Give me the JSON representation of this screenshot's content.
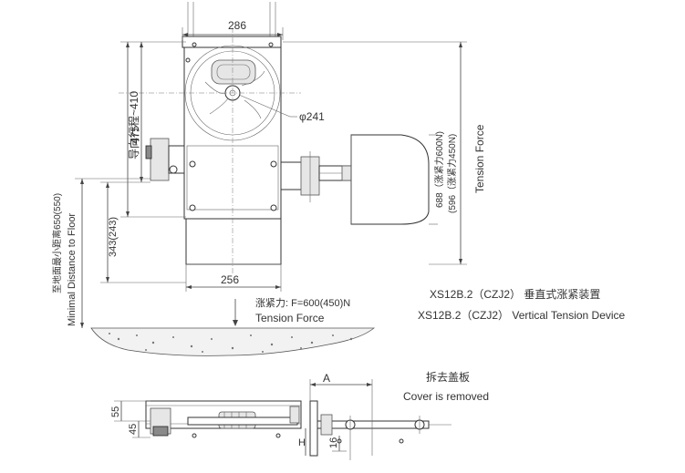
{
  "dimensions": {
    "top_width": "286",
    "bottom_width": "256",
    "left_height": "475",
    "travel": "导向行程~410",
    "diameter": "φ241",
    "lower_height": "343(243)",
    "right_1": "688（涨紧力600N)",
    "right_2": "(596（涨紧力450N)",
    "plan_55": "55",
    "plan_45": "45",
    "plan_H": "H",
    "plan_16": "16",
    "plan_A": "A"
  },
  "labels": {
    "min_distance_cn": "至地面最小距离650(550)",
    "min_distance_en": "Minimal Distance to Floor",
    "tension_force_vertical": "Tension Force",
    "tension_cn": "涨紧力: F=600(450)N",
    "tension_en": "Tension Force",
    "device_cn": "XS12B.2（CZJ2） 垂直式涨紧装置",
    "device_en": "XS12B.2（CZJ2） Vertical Tension Device",
    "cover_cn": "拆去盖板",
    "cover_en": "Cover is removed"
  }
}
